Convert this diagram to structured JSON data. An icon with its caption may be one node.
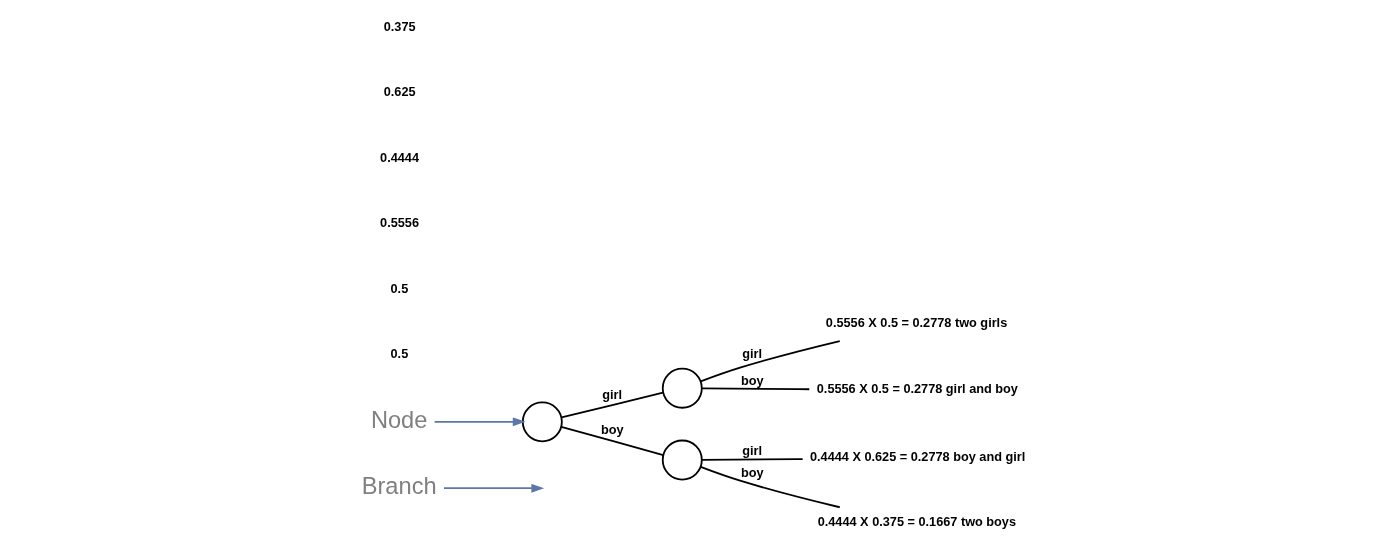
{
  "diagram": {
    "nodes": [
      {
        "text": [
          "Branch"
        ]
      },
      {
        "text": [],
        "shape": "circle"
      },
      {
        "text": [
          "Node"
        ]
      },
      {
        "text": [],
        "shape": "circle"
      },
      {
        "text": [],
        "shape": "circle"
      },
      {
        "text": [
          "0.5556 X 0.5 = 0.2778 two girls"
        ]
      },
      {
        "text": [
          "0.5556 X 0.5 = 0.2778 girl and boy"
        ]
      },
      {
        "text": [
          "0.4444 X 0.625 = 0.2778 boy and girl"
        ]
      },
      {
        "text": [
          "0.4444 X 0.375 = 0.1667 two boys"
        ]
      }
    ],
    "edges": [
      {
        "from": 0,
        "to": null,
        "arrow": "to",
        "color": "#5b77a8"
      },
      {
        "from": 2,
        "to": 1,
        "arrow": "to",
        "color": "#5b77a8"
      },
      {
        "from": 1,
        "to": 3,
        "arrow": "none",
        "label": "girl"
      },
      {
        "from": 1,
        "to": 4,
        "arrow": "none",
        "label": "boy"
      },
      {
        "from": 3,
        "to": 5,
        "arrow": "none",
        "label": "girl"
      },
      {
        "from": 3,
        "to": 6,
        "arrow": "none",
        "label": "boy"
      },
      {
        "from": 4,
        "to": 7,
        "arrow": "none",
        "label": "girl"
      },
      {
        "from": 4,
        "to": 8,
        "arrow": "none",
        "label": "boy"
      }
    ],
    "labels": [
      "0.5",
      "0.5",
      "0.5556",
      "0.4444",
      "0.625",
      "0.375"
    ]
  }
}
